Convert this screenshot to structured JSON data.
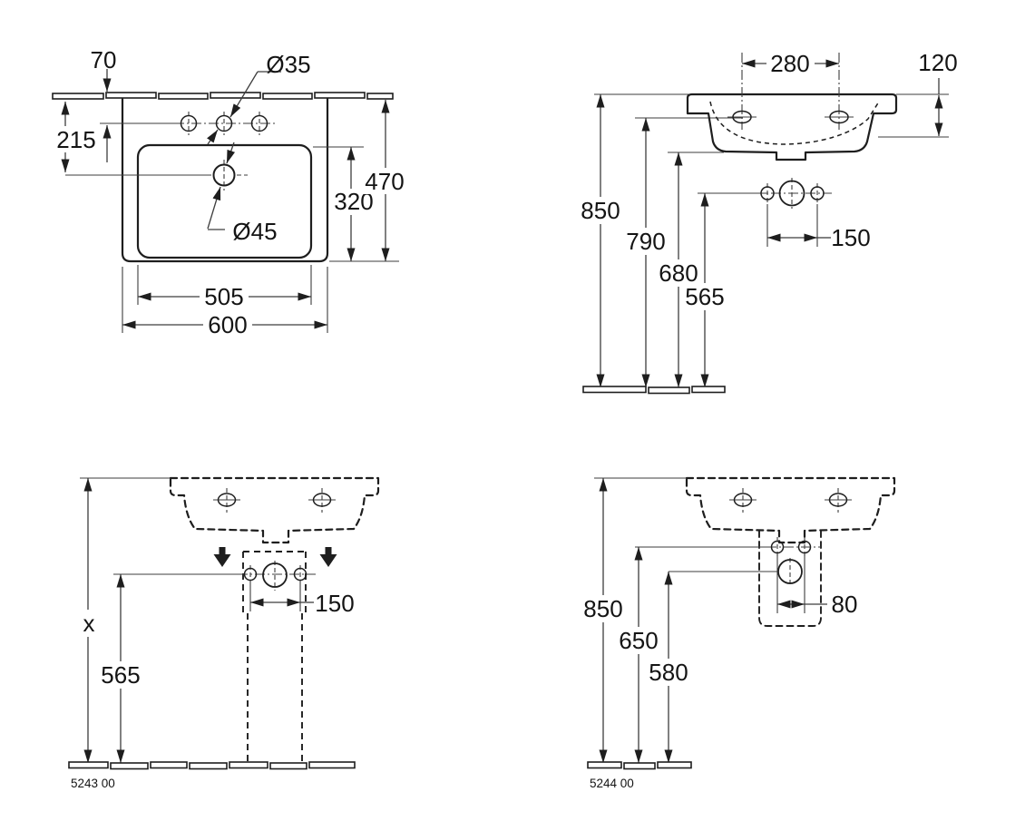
{
  "drawing": {
    "type": "technical-dimension-drawing",
    "subject": "washbasin installation views",
    "line_color": "#1e1e1e",
    "background": "#ffffff",
    "views": {
      "plan": {
        "dims": {
          "taps_offset": "70",
          "drain_offset": "215",
          "tap_hole_diameter": "Ø35",
          "drain_diameter": "Ø45",
          "bowl_depth": "320",
          "overall_depth": "470",
          "bowl_width": "505",
          "overall_width": "600"
        }
      },
      "side": {
        "dims": {
          "fixing_holes_spacing": "280",
          "rim_thickness": "120",
          "rim_height": "850",
          "fixing_holes_height": "790",
          "basin_bottom_height": "680",
          "wall_fittings_height": "565",
          "wall_fittings_spacing": "150"
        }
      },
      "front_pedestal": {
        "product_code": "5243 00",
        "dims": {
          "rim_height": "x",
          "wall_fittings_height": "565",
          "wall_fittings_spacing": "150"
        }
      },
      "front_half_pedestal": {
        "product_code": "5244 00",
        "dims": {
          "rim_height": "850",
          "upper_fixings_height": "650",
          "trap_height": "580",
          "fixings_spacing": "80"
        }
      }
    }
  }
}
